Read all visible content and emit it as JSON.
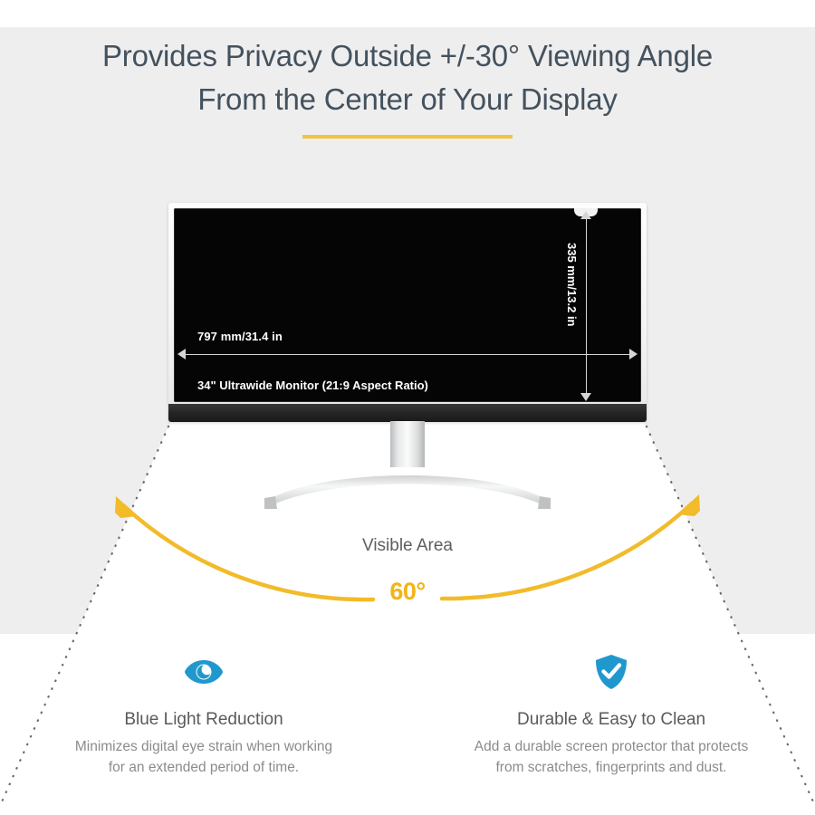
{
  "heading": {
    "line1": "Provides Privacy Outside +/-30° Viewing Angle",
    "line2": "From the Center of Your Display"
  },
  "colors": {
    "accent_yellow": "#f2c53d",
    "angle_yellow": "#f2b417",
    "heading_slate": "#43525e",
    "icon_blue": "#2098ce",
    "backdrop_gray": "#efeeee",
    "cone_white": "#ffffff"
  },
  "monitor": {
    "width_label": "797 mm/31.4 in",
    "height_label": "335 mm/13.2 in",
    "caption": "34\" Ultrawide Monitor (21:9 Aspect Ratio)"
  },
  "viewing_cone": {
    "area_label": "Visible Area",
    "angle_label": "60°"
  },
  "features": [
    {
      "icon": "eye-icon",
      "title": "Blue Light Reduction",
      "desc_line1": "Minimizes digital eye strain when working",
      "desc_line2": "for an extended period of time."
    },
    {
      "icon": "shield-check-icon",
      "title": "Durable & Easy to Clean",
      "desc_line1": "Add a durable screen protector that protects",
      "desc_line2": "from scratches, fingerprints and dust."
    }
  ]
}
